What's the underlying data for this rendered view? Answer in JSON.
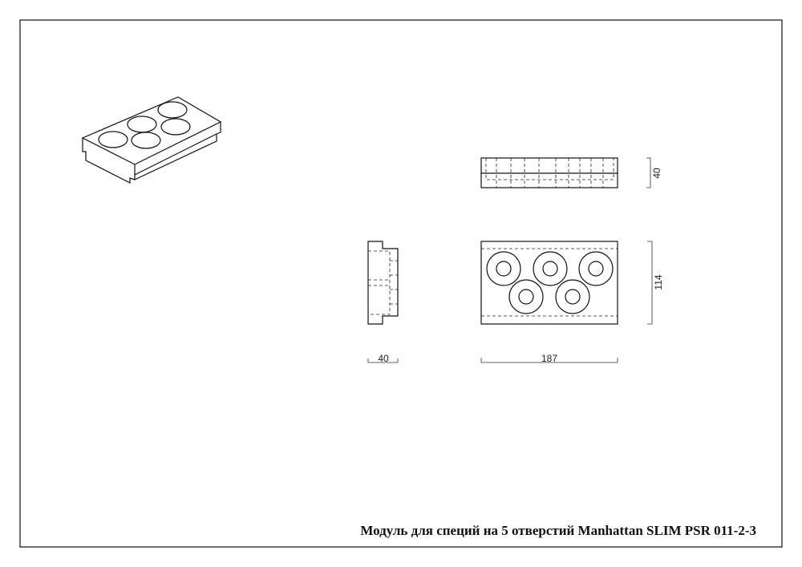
{
  "drawing": {
    "title": "Модуль для специй на 5 отверстий Manhattan SLIM PSR 011-2-3",
    "dimensions": {
      "top_view_height": "40",
      "front_view_height": "114",
      "side_view_width": "40",
      "front_view_width": "187"
    }
  }
}
